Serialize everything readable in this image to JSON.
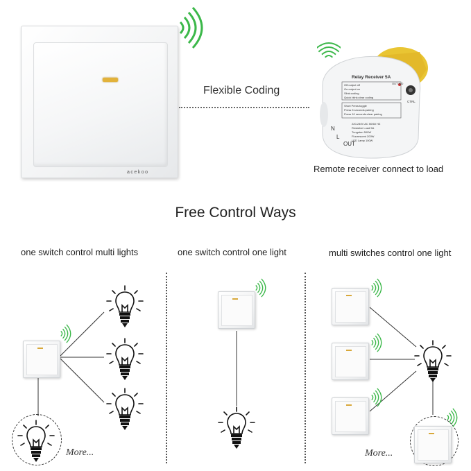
{
  "top": {
    "flexible_coding": "Flexible Coding",
    "receiver_caption": "Remote receiver connect to load",
    "switch_brand": "acekoo",
    "receiver_label": {
      "title": "Relay Receiver 5A",
      "out_ind": "OUT IND",
      "ctrl": "CTRL",
      "box1": [
        "Off:output off",
        "On:output on",
        "Slink:coding",
        "Quick blink:clear coding"
      ],
      "box2": [
        "Short Press:toggle",
        "Press 5 seconds:pairing",
        "Press 10 seconds:clear pairing"
      ],
      "specs": [
        "220-240V AC 50/60 HZ",
        "Resistive Load 5A",
        "Tungsten 500W",
        "Fluorescent 200W",
        "LED Lamp 100W"
      ],
      "n": "N",
      "l": "L",
      "out": "OUT"
    }
  },
  "heading": "Free Control Ways",
  "sections": [
    {
      "title": "one switch control multi lights",
      "more": "More..."
    },
    {
      "title": "one switch control one light"
    },
    {
      "title": "multi switches control one light",
      "more": "More..."
    }
  ],
  "colors": {
    "signal": "#3cb84a",
    "led": "#e2b23a",
    "dotted": "#666666"
  },
  "icons": [
    "wireless-signal-icon",
    "light-bulb-icon"
  ]
}
